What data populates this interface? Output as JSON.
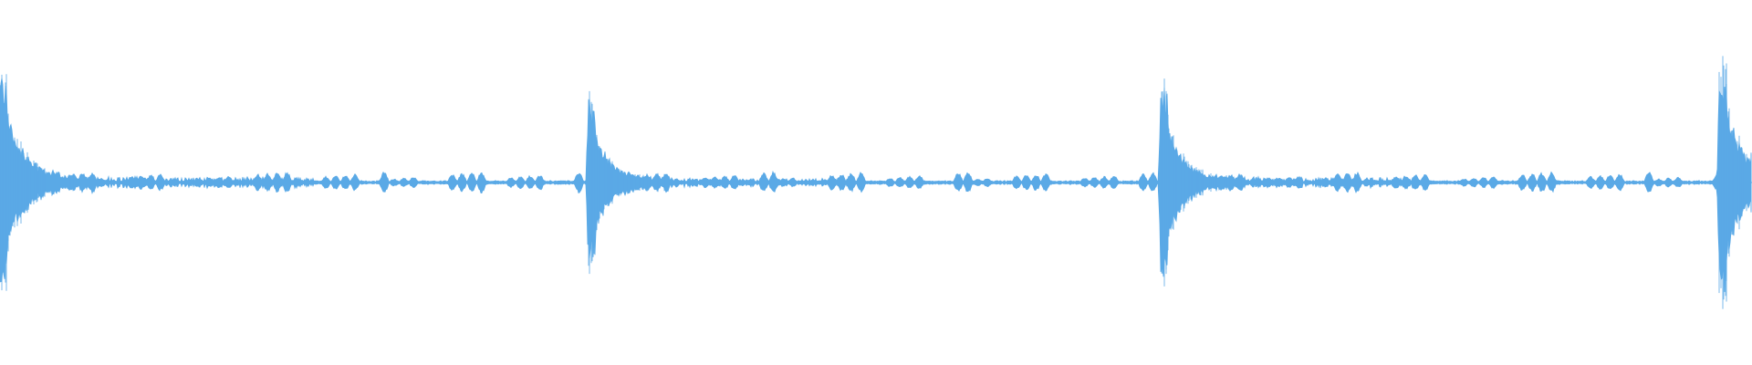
{
  "waveform": {
    "color": "#5aa9e6",
    "background": "#ffffff",
    "amplitude_range": [
      -1,
      1
    ],
    "duration_fraction_range": [
      0,
      1
    ],
    "transients": [
      {
        "position": 0.0,
        "peak": 0.86,
        "decay": 0.03
      },
      {
        "position": 0.336,
        "peak": 0.66,
        "decay": 0.025
      },
      {
        "position": 0.663,
        "peak": 0.79,
        "decay": 0.025
      },
      {
        "position": 0.982,
        "peak": 0.95,
        "decay": 0.03
      }
    ],
    "baseline_level": 0.012,
    "burst_level": 0.06,
    "burst_density": 0.012
  }
}
